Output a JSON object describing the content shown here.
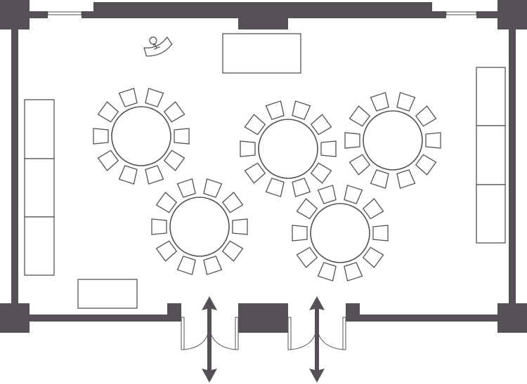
{
  "colors": {
    "wall": "#545056",
    "line": "#545056",
    "background": "#ffffff"
  },
  "layout_type": "banquet floor plan",
  "tables": [
    {
      "type": "round",
      "chairs": 10
    },
    {
      "type": "round",
      "chairs": 10
    },
    {
      "type": "round",
      "chairs": 10
    },
    {
      "type": "round",
      "chairs": 10
    },
    {
      "type": "round",
      "chairs": 10
    }
  ],
  "icons": [
    "podium-icon",
    "entrance-arrow-icon",
    "entrance-arrow-icon"
  ]
}
